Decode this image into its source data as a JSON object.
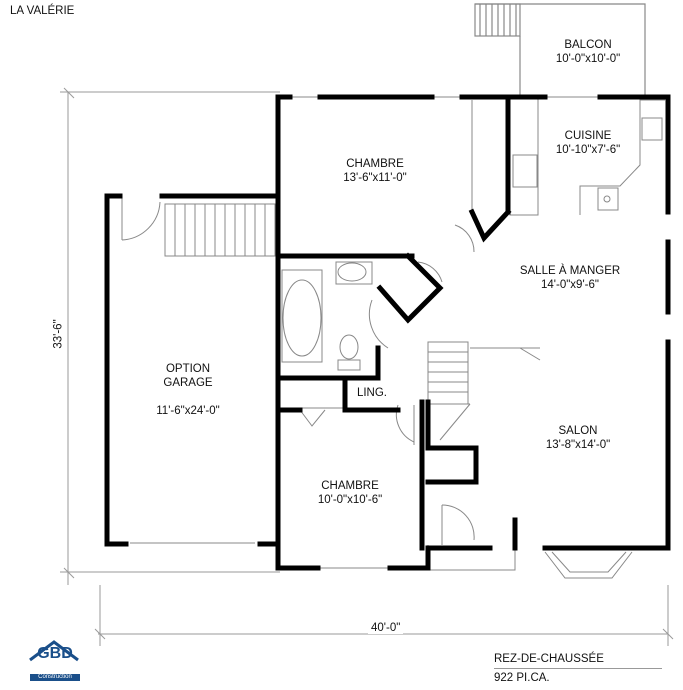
{
  "title": "LA VALÉRIE",
  "rooms": [
    {
      "name": "BALCON",
      "size": "10'-0\"x10'-0\""
    },
    {
      "name": "CUISINE",
      "size": "10'-10\"x7'-6\""
    },
    {
      "name": "CHAMBRE",
      "size": "13'-6\"x11'-0\""
    },
    {
      "name": "SALLE À MANGER",
      "size": "14'-0\"x9'-6\""
    },
    {
      "name": "OPTION\nGARAGE",
      "size": "11'-6\"x24'-0\""
    },
    {
      "name": "LING.",
      "size": ""
    },
    {
      "name": "SALON",
      "size": "13'-8\"x14'-0\""
    },
    {
      "name": "CHAMBRE",
      "size": "10'-0\"x10'-6\""
    }
  ],
  "dimensions": {
    "depth": "33'-6\"",
    "width": "40'-0\""
  },
  "footer": {
    "level": "REZ-DE-CHAUSSÉE",
    "area": "922 PI.CA."
  },
  "logo": {
    "text": "GBD",
    "subtext": "Construction"
  }
}
